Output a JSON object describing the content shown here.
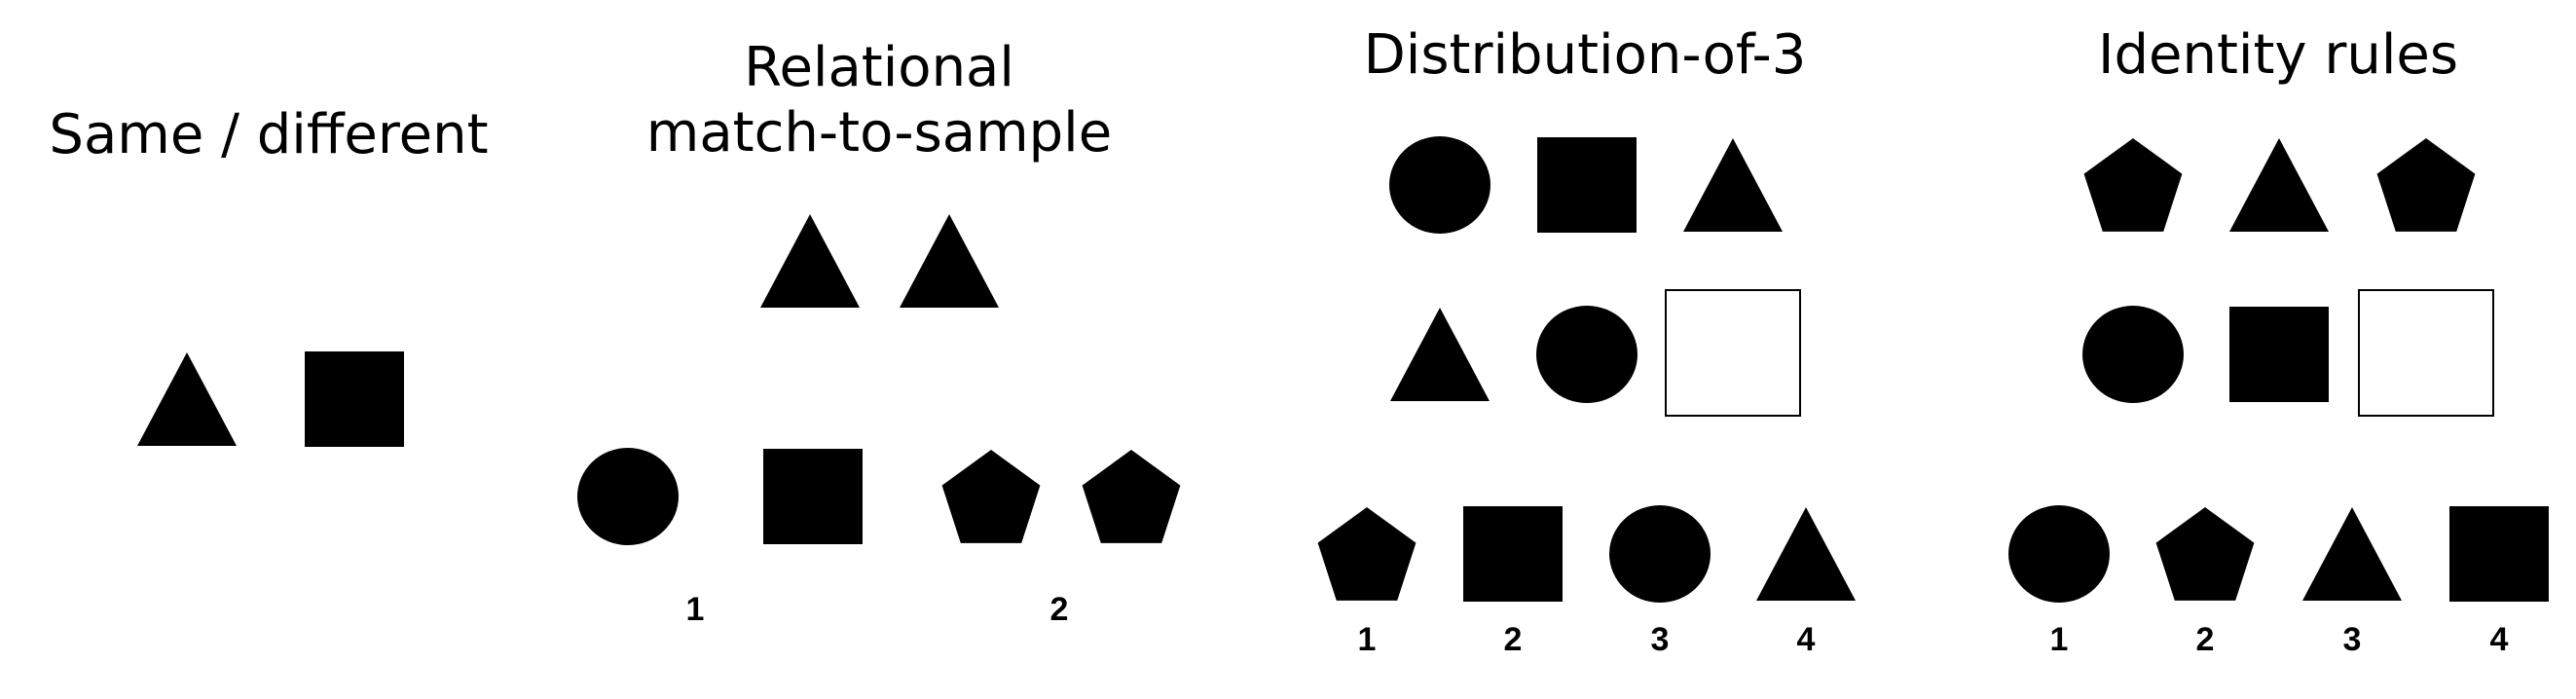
{
  "panels": {
    "same_different": {
      "title": [
        "Same / different"
      ],
      "shapes": [
        "triangle",
        "square"
      ],
      "numbers": []
    },
    "relational_mts": {
      "title": [
        "Relational",
        "match-to-sample"
      ],
      "shapes": [
        "triangle",
        "triangle",
        "circle",
        "square",
        "pentagon",
        "pentagon"
      ],
      "numbers": [
        "1",
        "2"
      ]
    },
    "distribution_of_3": {
      "title": [
        "Distribution-of-3"
      ],
      "shapes": [
        "circle",
        "square",
        "triangle",
        "triangle",
        "circle",
        "empty-box",
        "pentagon",
        "square",
        "circle",
        "triangle"
      ],
      "numbers": [
        "1",
        "2",
        "3",
        "4"
      ]
    },
    "identity_rules": {
      "title": [
        "Identity rules"
      ],
      "shapes": [
        "pentagon",
        "triangle",
        "pentagon",
        "circle",
        "square",
        "empty-box",
        "circle",
        "pentagon",
        "triangle",
        "square"
      ],
      "numbers": [
        "1",
        "2",
        "3",
        "4"
      ]
    }
  }
}
